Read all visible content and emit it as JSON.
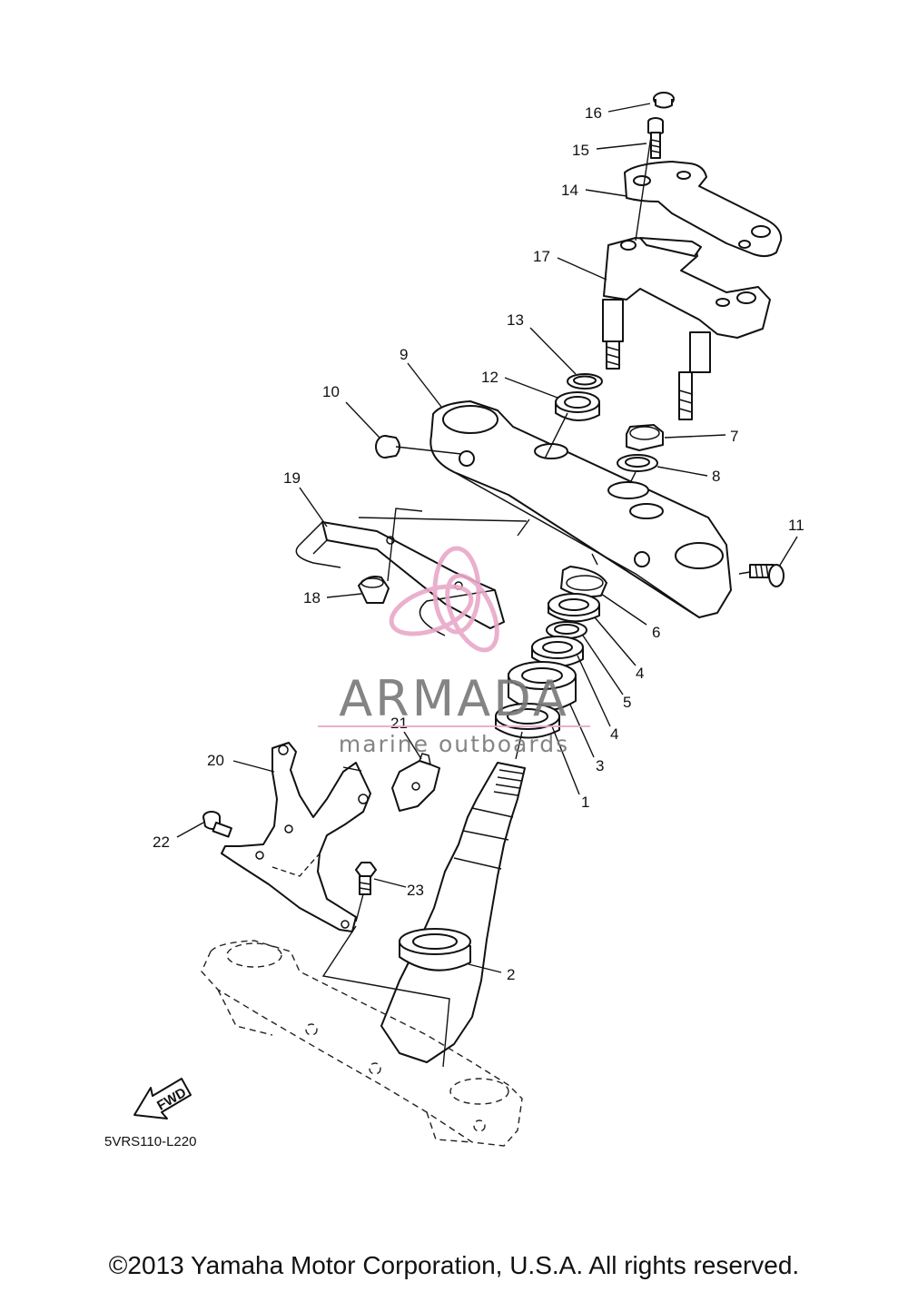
{
  "callouts": [
    {
      "num": "16",
      "part": "cap-16"
    },
    {
      "num": "15",
      "part": "bolt-15"
    },
    {
      "num": "14",
      "part": "handlebar-holder-upper-14"
    },
    {
      "num": "17",
      "part": "handlebar-holder-lower-17"
    },
    {
      "num": "13",
      "part": "washer-13"
    },
    {
      "num": "12",
      "part": "collar-12"
    },
    {
      "num": "9",
      "part": "upper-bracket-9"
    },
    {
      "num": "10",
      "part": "cap-10"
    },
    {
      "num": "7",
      "part": "nut-7"
    },
    {
      "num": "8",
      "part": "washer-8"
    },
    {
      "num": "19",
      "part": "wire-guide-19"
    },
    {
      "num": "11",
      "part": "bolt-11"
    },
    {
      "num": "18",
      "part": "nut-18"
    },
    {
      "num": "6",
      "part": "lock-washer-6"
    },
    {
      "num": "4",
      "part": "ring-nut-4-upper"
    },
    {
      "num": "5",
      "part": "rubber-washer-5"
    },
    {
      "num": "4",
      "part": "ring-nut-4-lower"
    },
    {
      "num": "3",
      "part": "bearing-cover-3"
    },
    {
      "num": "1",
      "part": "ball-race-1"
    },
    {
      "num": "21",
      "part": "clamp-21"
    },
    {
      "num": "20",
      "part": "bracket-20"
    },
    {
      "num": "22",
      "part": "bolt-22"
    },
    {
      "num": "23",
      "part": "bolt-23"
    },
    {
      "num": "2",
      "part": "bearing-2"
    }
  ],
  "diagram_code": "5VRS110-L220",
  "fwd_label": "FWD",
  "watermark": {
    "brand": "ARMADA",
    "tagline": "marine outboards"
  },
  "copyright": "©2013 Yamaha Motor Corporation, U.S.A. All rights reserved."
}
